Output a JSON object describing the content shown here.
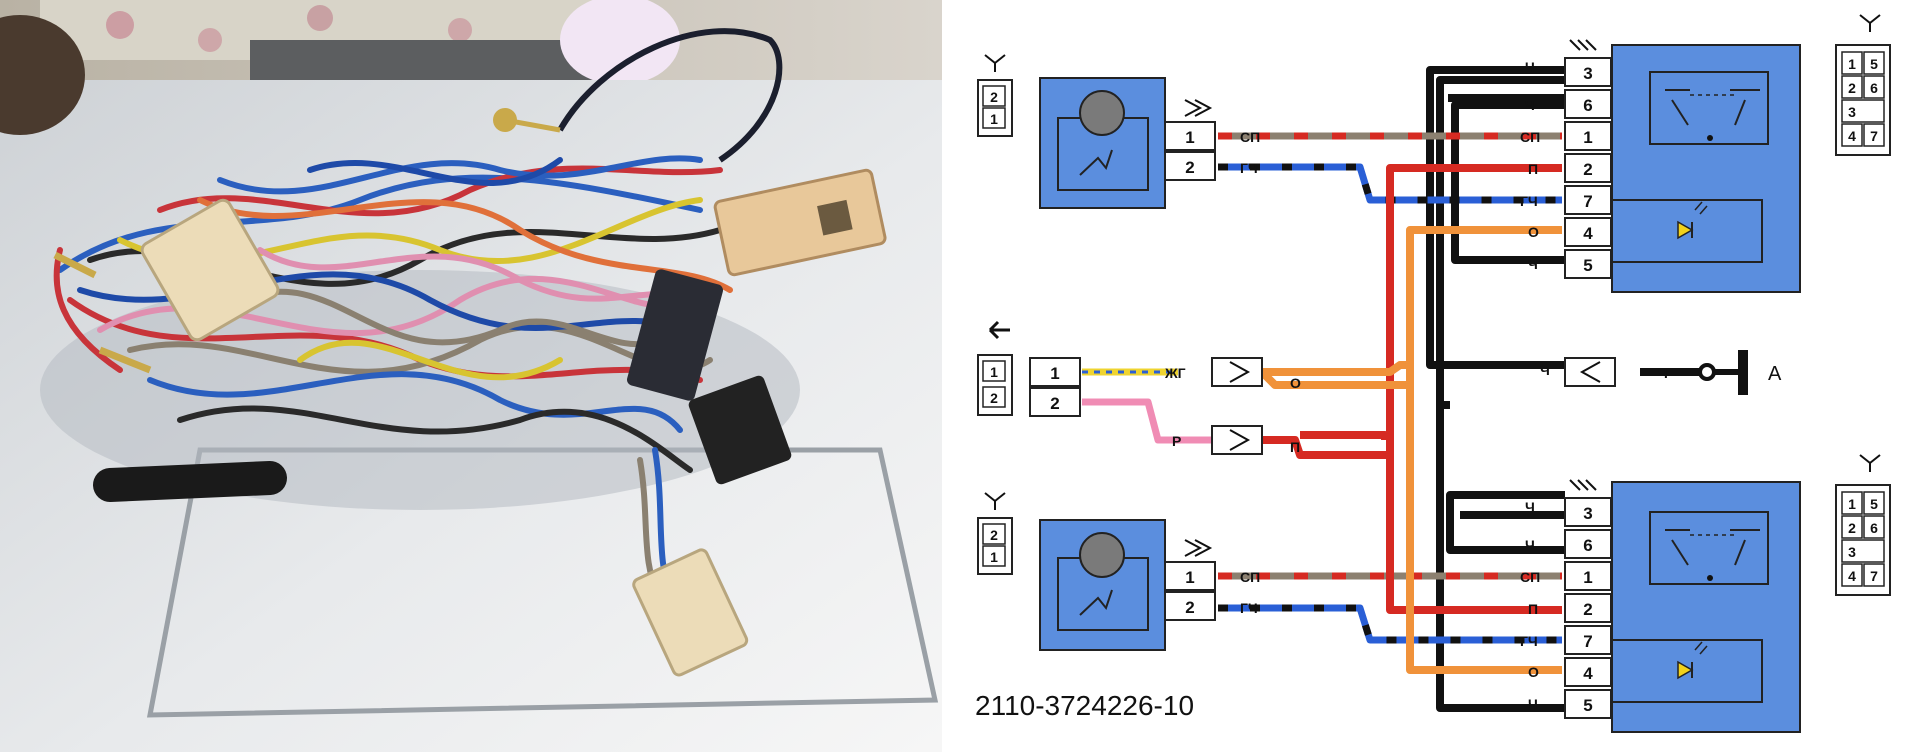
{
  "diagram": {
    "part_number": "2110-3724226-10",
    "ground_label": "А",
    "wire_codes": {
      "sp": "СП",
      "gch": "ГЧ",
      "ch": "Ч",
      "p": "П",
      "o": "О",
      "zhg": "ЖГ",
      "r": "Р"
    },
    "motor_connector_pins": [
      "1",
      "2"
    ],
    "input_connector_pins": [
      "1",
      "2"
    ],
    "switch_pins": [
      "3",
      "6",
      "1",
      "2",
      "7",
      "4",
      "5"
    ],
    "switch_face_pins": [
      "1",
      "5",
      "2",
      "6",
      "3",
      "",
      "4",
      "7"
    ],
    "colors": {
      "component_fill": "#5b8ede",
      "red_wire": "#d62a22",
      "orange_wire": "#f0923a",
      "blue_wire": "#2a5fd6",
      "yellow_wire": "#efd430",
      "pink_wire": "#f08cb4",
      "grey_wire": "#8c8070",
      "led": "#f2d21a"
    }
  },
  "photo": {
    "subject": "wiring-harness-with-connectors"
  }
}
